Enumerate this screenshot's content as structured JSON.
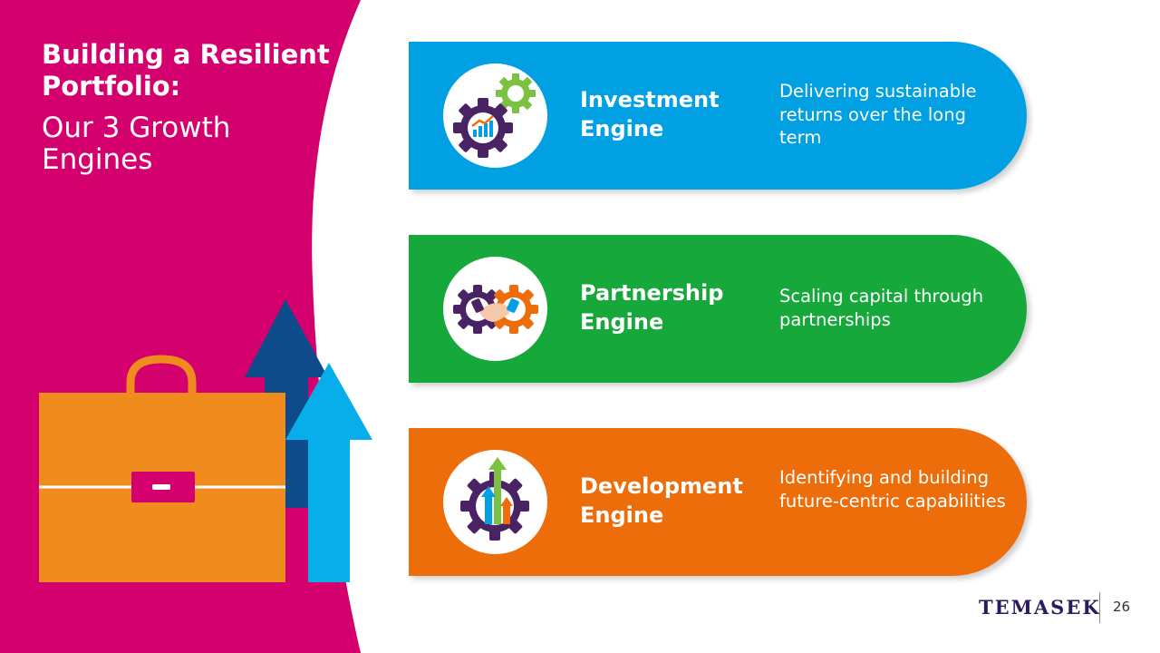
{
  "slide": {
    "title_bold": "Building a Resilient Portfolio:",
    "title_light": "Our 3 Growth Engines",
    "page_number": "26",
    "brand": "TEMASEK"
  },
  "colors": {
    "magenta": "#d4006e",
    "investment": "#00a0e3",
    "partnership": "#17a83b",
    "development": "#ed6d0b",
    "briefcase": "#f08c1e",
    "arrow_dark": "#0d4b8a",
    "arrow_light": "#08aeea",
    "gear_purple": "#4a2364"
  },
  "engines": [
    {
      "name": "Investment Engine",
      "description": "Delivering sustainable returns over the long term",
      "icon": "investment-gears-icon"
    },
    {
      "name": "Partnership Engine",
      "description": "Scaling capital through partnerships",
      "icon": "handshake-gears-icon"
    },
    {
      "name": "Development Engine",
      "description": "Identifying and building future-centric capabilities",
      "icon": "growth-gear-icon"
    }
  ]
}
